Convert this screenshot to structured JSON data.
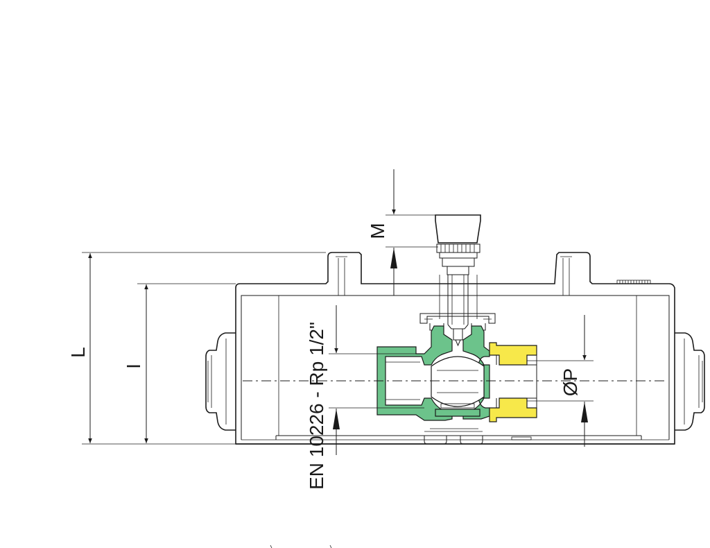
{
  "labels": {
    "dim_L": "L",
    "dim_I": "I",
    "dim_M": "M",
    "dim_P": "ØP",
    "thread_spec": "EN 10226 - Rp 1/2\""
  },
  "colors": {
    "body_green": "#6cc38b",
    "nut_yellow": "#f7e84a",
    "outline": "#1a1a1a",
    "background": "#ffffff"
  }
}
